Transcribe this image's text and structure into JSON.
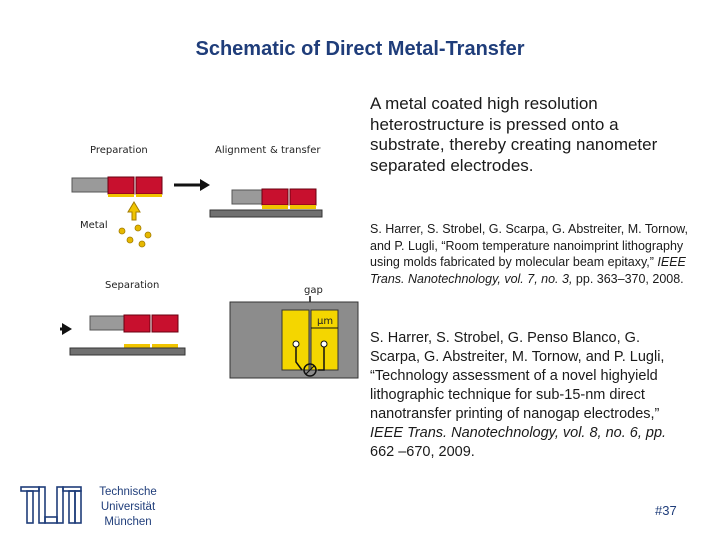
{
  "slide": {
    "title": "Schematic of Direct Metal-Transfer",
    "summary": "A metal coated high resolution heterostructure is pressed onto a substrate, thereby creating nanometer separated electrodes.",
    "page_number": "#37"
  },
  "diagram": {
    "labels": {
      "preparation": "Preparation",
      "alignment": "Alignment",
      "transfer": "& transfer",
      "metal": "Metal",
      "separation": "Separation",
      "gap": "gap",
      "um": "µm"
    }
  },
  "references": [
    {
      "plain": "S. Harrer, S. Strobel, G. Scarpa, G. Abstreiter, M. Tornow, and P. Lugli, “Room temperature nanoimprint lithography using molds fabricated by molecular beam epitaxy,” ",
      "italic": "IEEE Trans. Nanotechnology, vol. 7, no. 3,",
      "tail": " pp. 363–370, 2008."
    },
    {
      "plain": "S. Harrer, S. Strobel, G. Penso Blanco, G. Scarpa, G. Abstreiter, M. Tornow, and P. Lugli, “Technology assessment of a novel highyield lithographic technique for sub-15-nm direct nanotransfer printing of nanogap electrodes,” ",
      "italic": "IEEE Trans. Nanotechnology, vol. 8, no. 6, pp.",
      "tail": " 662 –670, 2009."
    }
  ],
  "footer": {
    "university_line1": "Technische",
    "university_line2": "Universität",
    "university_line3": "München",
    "logo": "tum-logo"
  }
}
